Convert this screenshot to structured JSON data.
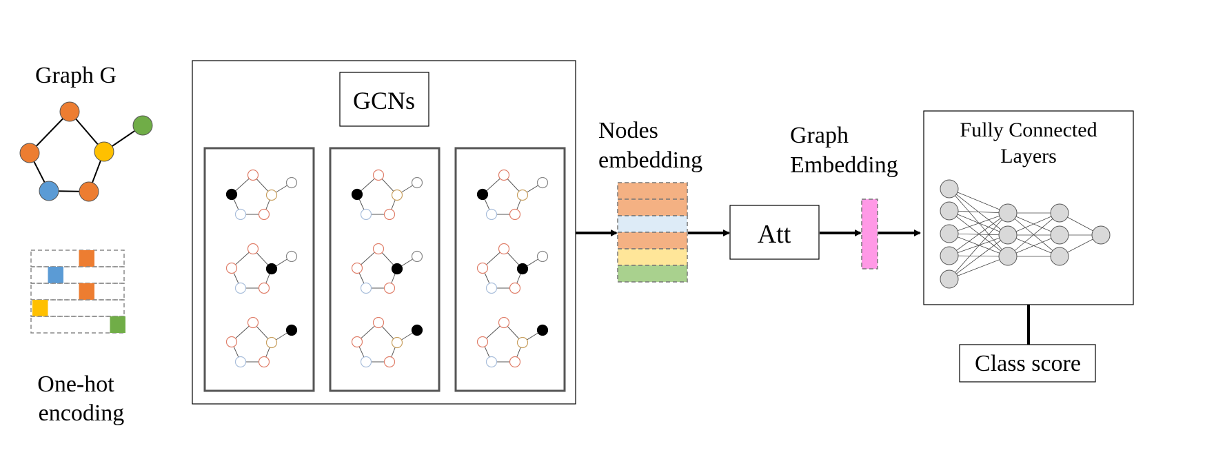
{
  "labels": {
    "graph_title": "Graph G",
    "onehot_line1": "One-hot",
    "onehot_line2": "encoding",
    "gcns": "GCNs",
    "nodes_line1": "Nodes",
    "nodes_line2": "embedding",
    "att": "Att",
    "graph_emb_line1": "Graph",
    "graph_emb_line2": "Embedding",
    "fc_line1": "Fully Connected",
    "fc_line2": "Layers",
    "class_score": "Class score"
  },
  "colors": {
    "orange": "#ed7d31",
    "yellow": "#ffc000",
    "green": "#70ad47",
    "blue": "#5b9bd5",
    "pink": "#ff99e6",
    "emb_orange": "#f4b183",
    "emb_blue": "#ddebf7",
    "emb_yellow": "#ffe699",
    "emb_green": "#a9d18e"
  },
  "graph_nodes": [
    {
      "id": "top",
      "color": "orange"
    },
    {
      "id": "left",
      "color": "orange"
    },
    {
      "id": "bottom-left",
      "color": "blue"
    },
    {
      "id": "bottom-right",
      "color": "orange"
    },
    {
      "id": "right",
      "color": "yellow"
    },
    {
      "id": "leaf",
      "color": "green"
    }
  ],
  "onehot_rows": [
    {
      "color": "orange",
      "column": 3
    },
    {
      "color": "blue",
      "column": 1
    },
    {
      "color": "orange",
      "column": 3
    },
    {
      "color": "yellow",
      "column": 0
    },
    {
      "color": "green",
      "column": 5
    }
  ],
  "node_embedding_rows": [
    "emb_orange",
    "emb_orange",
    "emb_blue",
    "emb_orange",
    "emb_yellow",
    "emb_green"
  ],
  "gcn_columns": 3,
  "gcn_highlighted_nodes": [
    "left",
    "right",
    "leaf"
  ],
  "fc_layers": [
    5,
    3,
    3,
    1
  ]
}
